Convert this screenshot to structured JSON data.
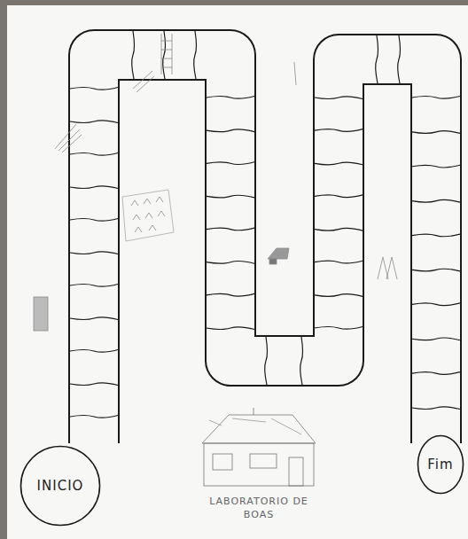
{
  "diagram": {
    "nodes": [
      {
        "text": [
          "INICIO"
        ]
      },
      {
        "text": [
          "Fim"
        ]
      }
    ],
    "labels": [
      "LABORATORIO DE BOAS"
    ]
  }
}
